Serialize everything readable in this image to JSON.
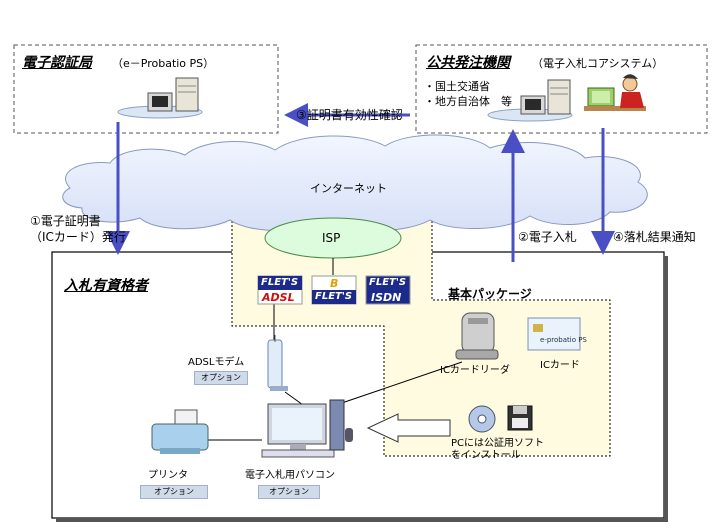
{
  "nodes": {
    "cert_authority": {
      "title": "電子認証局",
      "subtitle": "（e－Probatio PS）"
    },
    "public_agency": {
      "title": "公共発注機関",
      "subtitle": "（電子入札コアシステム）",
      "items": [
        "・国土交通省",
        "・地方自治体　等"
      ]
    },
    "internet": {
      "label": "インターネット"
    },
    "isp": {
      "label": "ISP"
    },
    "bidder": {
      "title": "入札有資格者"
    },
    "basic_package": {
      "title": "基本パッケージ"
    }
  },
  "flows": {
    "cert_check": "③証明書有効性確認",
    "cert_issue_line1": "①電子証明書",
    "cert_issue_line2": "（ICカード）発行",
    "e_bid": "②電子入札",
    "result_notice": "④落札結果通知"
  },
  "services": [
    {
      "line1": "FLET'S",
      "line2": "ADSL"
    },
    {
      "line1": "B",
      "line2": "FLET'S"
    },
    {
      "line1": "FLET'S",
      "line2": "ISDN"
    }
  ],
  "devices": {
    "adsl_modem": {
      "label": "ADSLモデム",
      "option": "オプション"
    },
    "ic_reader": {
      "label": "ICカードリーダ"
    },
    "ic_card": {
      "label": "ICカード",
      "card_text": "e-probatio PS"
    },
    "software": {
      "line1": "PCには公証用ソフト",
      "line2": "をインストール"
    },
    "printer": {
      "label": "プリンタ",
      "option": "オプション"
    },
    "pc": {
      "label": "電子入札用パソコン",
      "option": "オプション"
    }
  },
  "colors": {
    "arrow": "#4a4fc4",
    "cloud": "#e3ebfa",
    "isp": "#ddfbdd",
    "package": "#fffbe0"
  }
}
